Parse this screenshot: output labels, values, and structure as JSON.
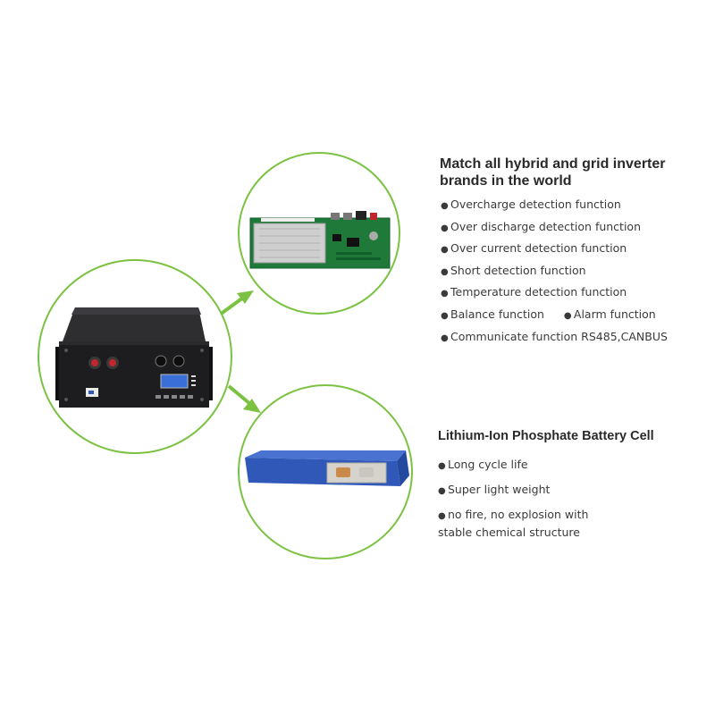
{
  "section1": {
    "heading_line1": "Match all hybrid and grid inverter",
    "heading_line2": "brands in the world",
    "features": [
      "Overcharge detection function",
      "Over discharge detection function",
      "Over current detection function",
      "Short detection function",
      "Temperature detection function"
    ],
    "feature_pair": [
      "Balance function",
      "Alarm function"
    ],
    "feature_last": "Communicate function RS485,CANBUS"
  },
  "section2": {
    "heading": "Lithium-Ion Phosphate Battery Cell",
    "features": [
      "Long cycle life",
      "Super light weight"
    ],
    "feature_multi_line1": "no fire, no explosion with",
    "feature_multi_line2": "stable chemical structure"
  },
  "bullet": "●",
  "colors": {
    "accent_green": "#7bc242",
    "battery_case": "#1d1d1f",
    "pcb_green": "#1f7a3a",
    "cell_blue": "#2f58b8",
    "screen_blue": "#3a6fd8"
  }
}
